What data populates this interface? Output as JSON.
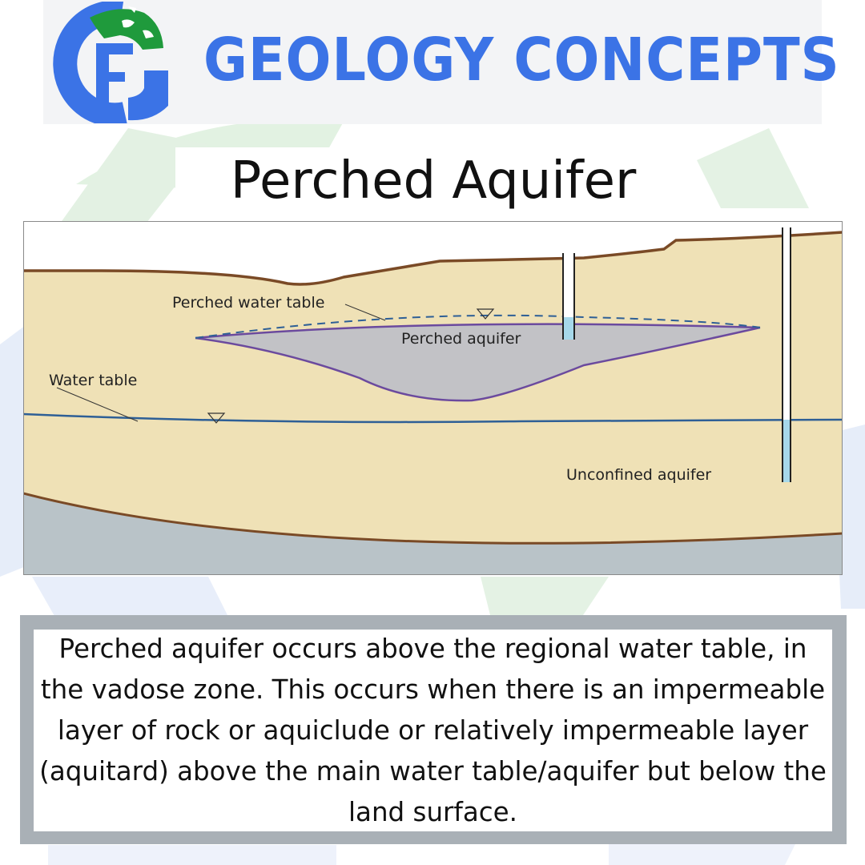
{
  "header": {
    "brand": "GEOLOGY CONCEPTS"
  },
  "page_title": "Perched Aquifer",
  "diagram": {
    "labels": {
      "perched_water_table": "Perched water table",
      "perched_aquifer": "Perched aquifer",
      "water_table": "Water table",
      "unconfined_aquifer": "Unconfined aquifer"
    }
  },
  "caption": {
    "text": "Perched aquifer occurs above the regional water table, in the vadose zone. This occurs when there is an impermeable layer of rock or aquiclude or relatively impermeable layer (aquitard) above the main water table/aquifer but below the land surface."
  },
  "colors": {
    "brand_blue": "#3b73e6",
    "logo_green": "#1f9a3c",
    "sand": "#efe1b6",
    "bedrock": "#b9c3c8",
    "perched_lens": "#c2c2c6",
    "water_line": "#2e5f96",
    "aquitard_outline": "#6b4a9e",
    "caption_frame": "#a9b0b6"
  }
}
